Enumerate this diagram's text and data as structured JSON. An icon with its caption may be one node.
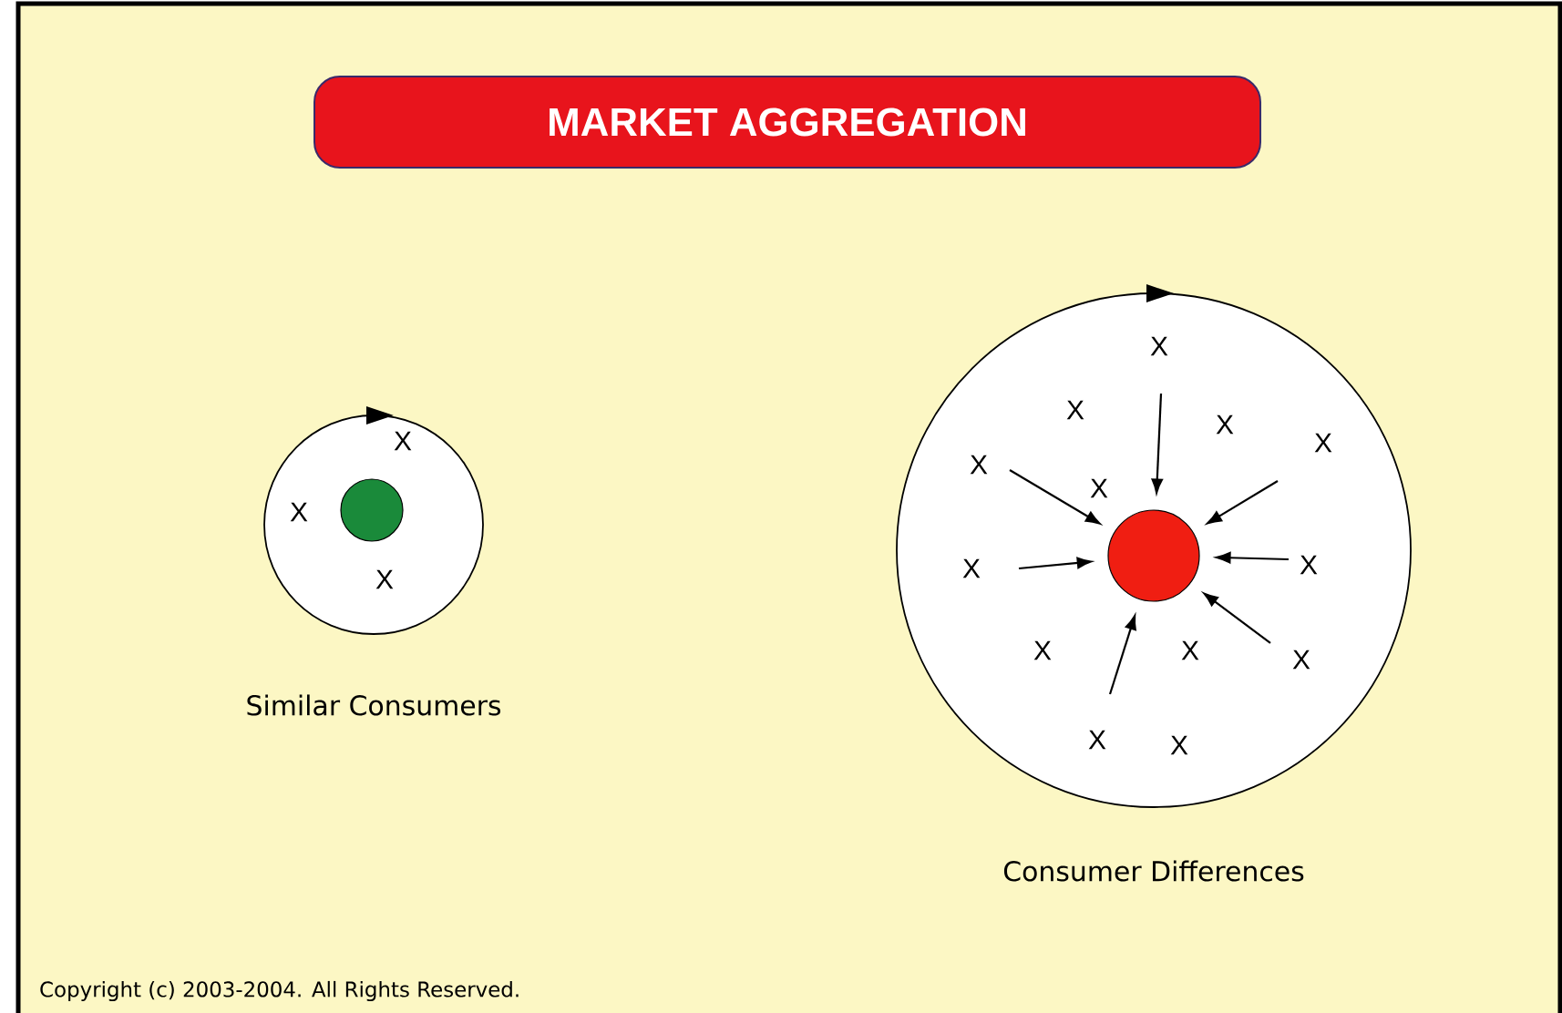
{
  "diagram": {
    "title": "MARKET AGGREGATION",
    "nodes": [
      {
        "text": [
          "X",
          "X",
          "X"
        ],
        "beside": [
          "Similar Consumers"
        ]
      },
      {
        "text": [],
        "shape": "circle",
        "in": 0
      },
      {
        "text": [
          "X",
          "X",
          "X",
          "X",
          "X",
          "X",
          "X",
          "X",
          "X",
          "X",
          "X",
          "X",
          "X"
        ],
        "beside": [
          "Consumer Differences"
        ]
      },
      {
        "text": [],
        "shape": "circle",
        "in": 2
      }
    ],
    "edges": [
      {
        "from": null,
        "to": 3,
        "arrow": "to"
      },
      {
        "from": null,
        "to": 3,
        "arrow": "to"
      },
      {
        "from": null,
        "to": 3,
        "arrow": "to"
      },
      {
        "from": null,
        "to": 3,
        "arrow": "to"
      },
      {
        "from": null,
        "to": 3,
        "arrow": "to"
      },
      {
        "from": null,
        "to": 3,
        "arrow": "to"
      },
      {
        "from": null,
        "to": 3,
        "arrow": "to"
      }
    ],
    "labels": [
      "Copyright (c) 2003-2004. All Rights Reserved."
    ]
  }
}
